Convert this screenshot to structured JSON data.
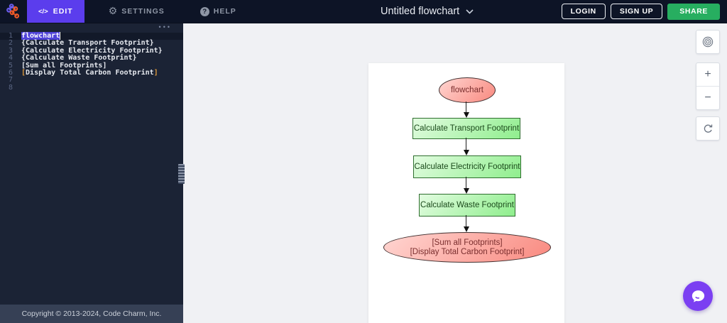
{
  "topbar": {
    "edit_icon": "</>",
    "edit_label": "EDIT",
    "settings_icon": "⚙",
    "settings_label": "SETTINGS",
    "help_icon": "?",
    "help_label": "HELP",
    "title": "Untitled flowchart",
    "login_label": "LOGIN",
    "signup_label": "SIGN UP",
    "share_label": "SHARE"
  },
  "editor": {
    "menu_dots": "•••",
    "lines": [
      {
        "num": "1",
        "active": true,
        "segments": [
          {
            "text": "flowchart",
            "style": "selected"
          }
        ]
      },
      {
        "num": "2",
        "active": false,
        "segments": [
          {
            "text": "{Calculate Transport Footprint}",
            "style": "plain"
          }
        ]
      },
      {
        "num": "3",
        "active": false,
        "segments": [
          {
            "text": "{Calculate Electricity Footprint}",
            "style": "plain"
          }
        ]
      },
      {
        "num": "4",
        "active": false,
        "segments": [
          {
            "text": "{Calculate Waste Footprint}",
            "style": "plain"
          }
        ]
      },
      {
        "num": "5",
        "active": false,
        "segments": [
          {
            "text": "[Sum all Footprints]",
            "style": "plain"
          }
        ]
      },
      {
        "num": "6",
        "active": false,
        "segments": [
          {
            "text": "[",
            "style": "bracket"
          },
          {
            "text": "Display Total Carbon Footprint",
            "style": "plain"
          },
          {
            "text": "]",
            "style": "bracket"
          }
        ]
      },
      {
        "num": "7",
        "active": false,
        "segments": []
      },
      {
        "num": "8",
        "active": false,
        "segments": []
      }
    ],
    "footer": "Copyright © 2013-2024, Code Charm, Inc."
  },
  "diagram": {
    "start_label": "flowchart",
    "steps": [
      "Calculate Transport Footprint",
      "Calculate Electricity Footprint",
      "Calculate Waste Footprint"
    ],
    "end_line1": "[Sum all Footprints]",
    "end_line2": "[Display Total Carbon Footprint]"
  },
  "controls": {
    "zoom_in": "+",
    "zoom_out": "−"
  },
  "colors": {
    "accent_purple": "#5b3ded",
    "share_green": "#27ae60",
    "selection_indigo": "#4f43d8",
    "bracket_orange": "#e09b3d",
    "node_green_fill": "#8fee8d",
    "node_pink_fill": "#f9897f",
    "chat_purple": "#7b3ff2"
  }
}
